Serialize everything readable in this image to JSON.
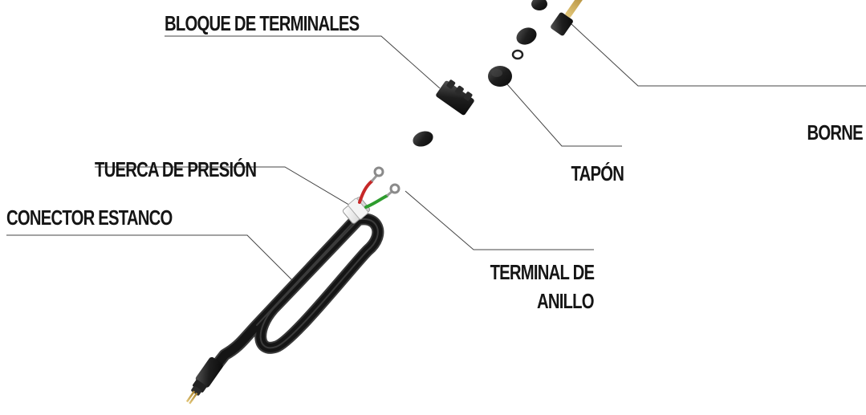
{
  "labels": {
    "bloque_terminales": "BLOQUE DE TERMINALES",
    "borne": "BORNE",
    "tuerca_presion": "TUERCA DE PRESIÓN",
    "tapon": "TAPÓN",
    "conector_estanco": "CONECTOR ESTANCO",
    "terminal_anillo_line1": "TERMINAL DE",
    "terminal_anillo_line2": "ANILLO"
  },
  "colors": {
    "cable": "#1b1b1b",
    "label_text": "#151515",
    "leader_line": "#444444",
    "wire_red": "#c62828",
    "wire_green": "#2e9d2e",
    "brass": "#c9a24a",
    "gland_white": "#e8e8e8"
  }
}
